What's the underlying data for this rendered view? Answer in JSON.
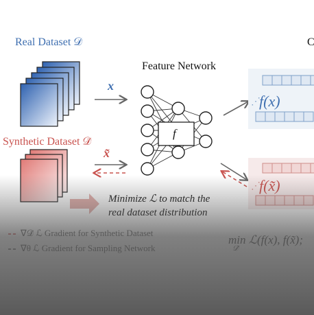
{
  "real_dataset": {
    "title": "Real Dataset 𝒟",
    "input_symbol": "x",
    "color": "#3f6fb0"
  },
  "synthetic_dataset": {
    "title": "Synthetic Dataset 𝒟̃",
    "input_symbol": "x̃",
    "color": "#c9534f"
  },
  "network": {
    "title": "Feature Network",
    "function_label": "f"
  },
  "features": {
    "real_label": "f(x)",
    "synthetic_label": "f(x̃)"
  },
  "caption": {
    "line1": "Minimize ℒ to match the",
    "line2": "real dataset distribution"
  },
  "legend": [
    {
      "text": "∇𝒟̃ ℒ Gradient for Synthetic Dataset",
      "color": "#c9534f"
    },
    {
      "text": "∇θ ℒ Gradient for Sampling Network",
      "color": "#555555"
    }
  ],
  "objective": "min ℒ(f(x), f(x̃);",
  "objective_sub": "𝒟̃",
  "cut_text": "C"
}
